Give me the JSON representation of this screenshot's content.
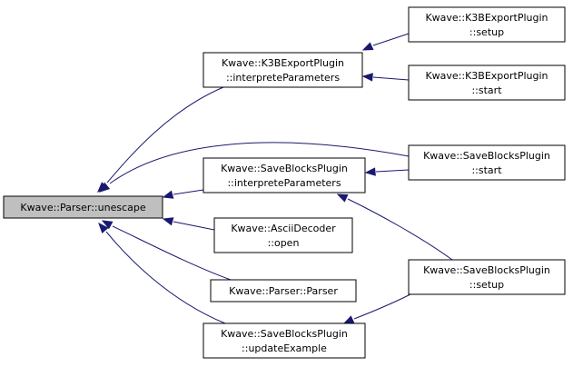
{
  "graph": {
    "nodes": {
      "unescape": {
        "lines": [
          "Kwave::Parser::unescape"
        ],
        "focus": true
      },
      "k3b_interprete": {
        "lines": [
          "Kwave::K3BExportPlugin",
          "::interpreteParameters"
        ]
      },
      "k3b_setup": {
        "lines": [
          "Kwave::K3BExportPlugin",
          "::setup"
        ]
      },
      "k3b_start": {
        "lines": [
          "Kwave::K3BExportPlugin",
          "::start"
        ]
      },
      "sb_interprete": {
        "lines": [
          "Kwave::SaveBlocksPlugin",
          "::interpreteParameters"
        ]
      },
      "sb_start": {
        "lines": [
          "Kwave::SaveBlocksPlugin",
          "::start"
        ]
      },
      "ascii_open": {
        "lines": [
          "Kwave::AsciiDecoder",
          "::open"
        ]
      },
      "parser_ctor": {
        "lines": [
          "Kwave::Parser::Parser"
        ]
      },
      "sb_setup": {
        "lines": [
          "Kwave::SaveBlocksPlugin",
          "::setup"
        ]
      },
      "sb_update": {
        "lines": [
          "Kwave::SaveBlocksPlugin",
          "::updateExample"
        ]
      }
    },
    "edges": [
      {
        "from": "k3b_interprete",
        "to": "unescape"
      },
      {
        "from": "sb_start",
        "to": "unescape"
      },
      {
        "from": "sb_interprete",
        "to": "unescape"
      },
      {
        "from": "ascii_open",
        "to": "unescape"
      },
      {
        "from": "parser_ctor",
        "to": "unescape"
      },
      {
        "from": "sb_update",
        "to": "unescape"
      },
      {
        "from": "k3b_setup",
        "to": "k3b_interprete"
      },
      {
        "from": "k3b_start",
        "to": "k3b_interprete"
      },
      {
        "from": "sb_start",
        "to": "sb_interprete"
      },
      {
        "from": "sb_setup",
        "to": "sb_interprete"
      },
      {
        "from": "sb_setup",
        "to": "sb_update"
      }
    ],
    "colors": {
      "edge": "#191970",
      "focus_fill": "#bfbfbf",
      "box_stroke": "#000000"
    }
  }
}
